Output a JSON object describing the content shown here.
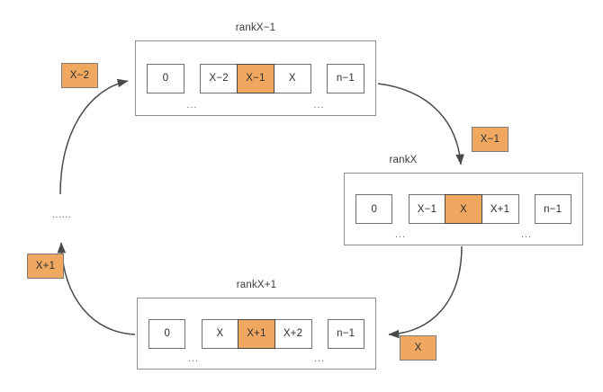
{
  "diagram": {
    "title_hidden": "",
    "colors": {
      "highlight": "#f0a860",
      "box_border": "#8a8f96",
      "cell_border": "#6f6f6f",
      "arrow": "#4a4a4a",
      "background": "#ffffff"
    },
    "ranks": [
      {
        "id": "rankX-1",
        "title": "rankX−1",
        "cells": [
          {
            "label": "0",
            "highlight": false
          },
          {
            "label": "X−2",
            "highlight": false
          },
          {
            "label": "X−1",
            "highlight": true
          },
          {
            "label": "X",
            "highlight": false
          },
          {
            "label": "n−1",
            "highlight": false
          }
        ]
      },
      {
        "id": "rankX",
        "title": "rankX",
        "cells": [
          {
            "label": "0",
            "highlight": false
          },
          {
            "label": "X−1",
            "highlight": false
          },
          {
            "label": "X",
            "highlight": true
          },
          {
            "label": "X+1",
            "highlight": false
          },
          {
            "label": "n−1",
            "highlight": false
          }
        ]
      },
      {
        "id": "rankX+1",
        "title": "rankX+1",
        "cells": [
          {
            "label": "0",
            "highlight": false
          },
          {
            "label": "X",
            "highlight": false
          },
          {
            "label": "X+1",
            "highlight": true
          },
          {
            "label": "X+2",
            "highlight": false
          },
          {
            "label": "n−1",
            "highlight": false
          }
        ]
      }
    ],
    "ellipsis": "...",
    "tags": [
      {
        "id": "tag-x-minus-2",
        "label": "X−2"
      },
      {
        "id": "tag-x-minus-1",
        "label": "X−1"
      },
      {
        "id": "tag-x",
        "label": "X"
      },
      {
        "id": "tag-x-plus-1",
        "label": "X+1"
      }
    ],
    "marks": {
      "left_ellipsis": "......"
    }
  }
}
